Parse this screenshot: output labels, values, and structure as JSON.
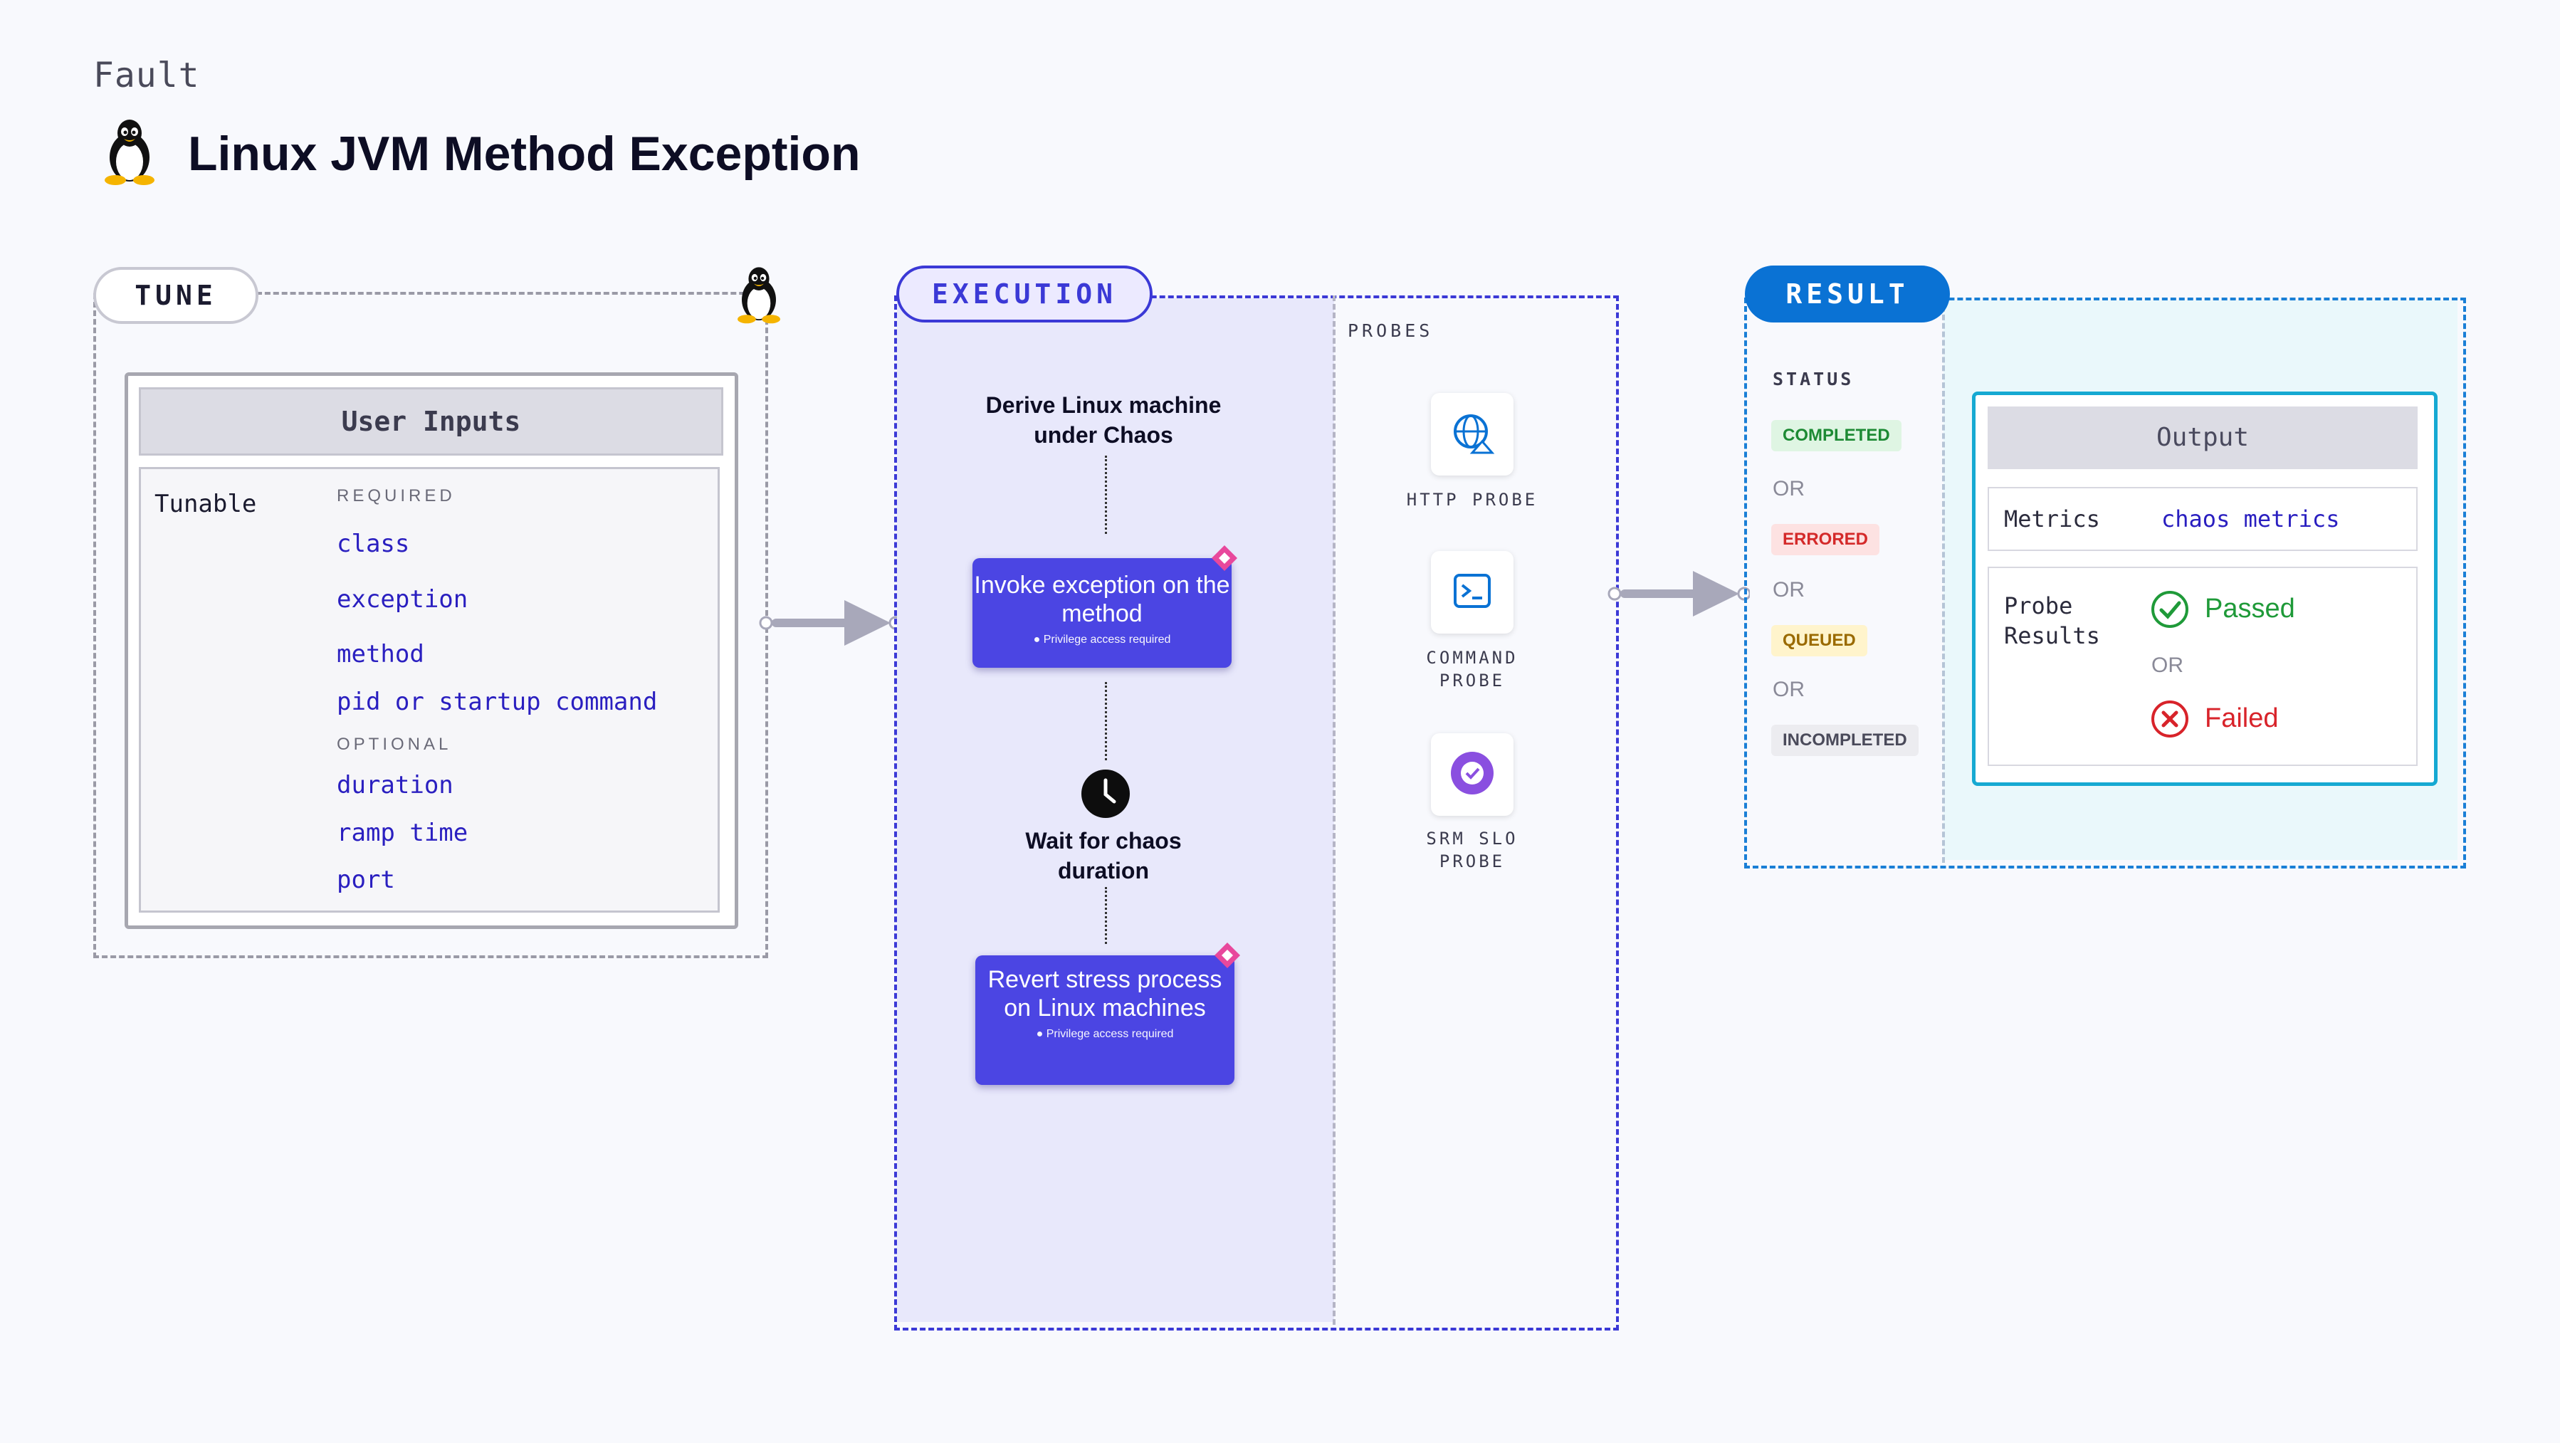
{
  "header": {
    "fault_label": "Fault",
    "title": "Linux JVM Method Exception",
    "icon": "linux-penguin-icon"
  },
  "tune": {
    "pill": "TUNE",
    "user_inputs_title": "User Inputs",
    "tunable_label": "Tunable",
    "required_caption": "REQUIRED",
    "required_params": [
      "class",
      "exception",
      "method",
      "pid or startup command"
    ],
    "optional_caption": "OPTIONAL",
    "optional_params": [
      "duration",
      "ramp time",
      "port"
    ]
  },
  "execution": {
    "pill": "EXECUTION",
    "step1": "Derive Linux machine under Chaos",
    "step2_title": "Invoke exception on the method",
    "step2_note": "Privilege access required",
    "step3": "Wait for chaos duration",
    "step4_title": "Revert stress process on Linux machines",
    "step4_note": "Privilege access required",
    "probes_caption": "PROBES",
    "probes": [
      {
        "label": "HTTP PROBE",
        "icon": "http-probe-icon"
      },
      {
        "label": "COMMAND PROBE",
        "icon": "command-probe-icon"
      },
      {
        "label": "SRM SLO PROBE",
        "icon": "srm-slo-probe-icon"
      }
    ]
  },
  "result": {
    "pill": "RESULT",
    "status_caption": "STATUS",
    "statuses": [
      "COMPLETED",
      "ERRORED",
      "QUEUED",
      "INCOMPLETED"
    ],
    "or_text": "OR",
    "output_title": "Output",
    "metrics_label": "Metrics",
    "metrics_value": "chaos metrics",
    "probe_results_label": "Probe Results",
    "passed": "Passed",
    "failed": "Failed",
    "colors": {
      "completed_bg": "#dff5e3",
      "completed_fg": "#1d8a34",
      "errored_bg": "#fde2e2",
      "errored_fg": "#d42a2a",
      "queued_bg": "#fff4cc",
      "queued_fg": "#9a6a00",
      "incompleted_bg": "#ececf0",
      "incompleted_fg": "#4a4a5a",
      "passed": "#1f9a39",
      "failed": "#d8232a"
    }
  }
}
